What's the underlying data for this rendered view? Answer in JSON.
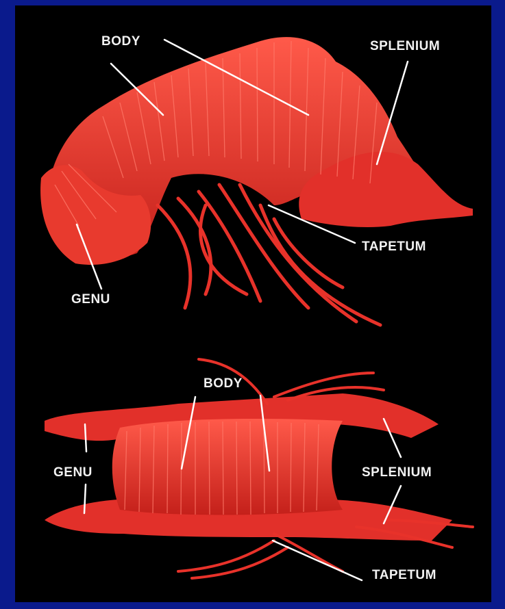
{
  "colors": {
    "border": "#0a1a8c",
    "background": "#000000",
    "fiber": "#e8322a",
    "label": "#f2f2f2"
  },
  "top_view": {
    "labels": {
      "body": "BODY",
      "splenium": "SPLENIUM",
      "tapetum": "TAPETUM",
      "genu": "GENU"
    }
  },
  "bottom_view": {
    "labels": {
      "body": "BODY",
      "genu": "GENU",
      "splenium": "SPLENIUM",
      "tapetum": "TAPETUM"
    }
  }
}
